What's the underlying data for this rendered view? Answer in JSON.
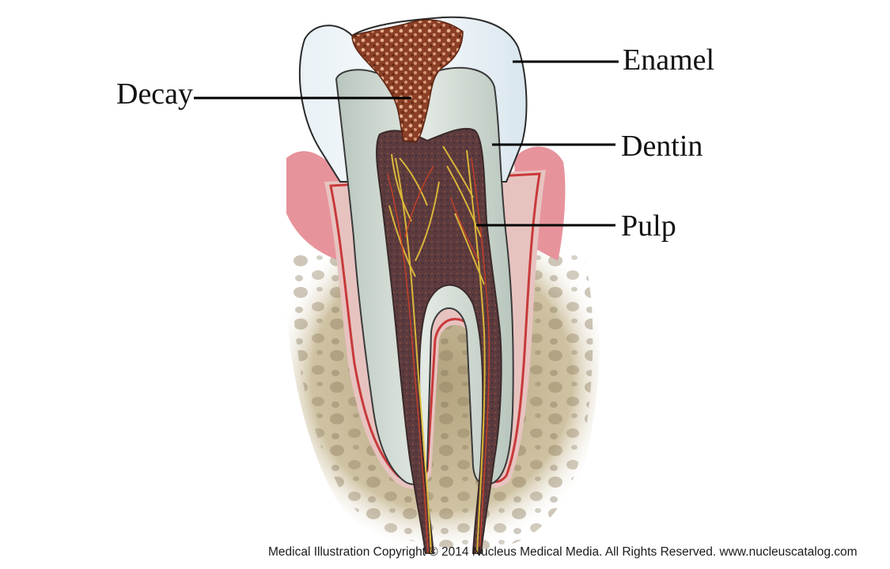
{
  "labels": {
    "decay": "Decay",
    "enamel": "Enamel",
    "dentin": "Dentin",
    "pulp": "Pulp"
  },
  "credit": "Medical Illustration Copyright © 2014 Nucleus Medical Media.  All Rights Reserved.  www.nucleuscatalog.com",
  "colors": {
    "enamel": "#dfe9f0",
    "dentin": "#cdd8d0",
    "pulp": "#5a3a3a",
    "nerves": "#e8c43a",
    "gum": "#e8929c",
    "bone": "#b8aa88",
    "decay": "#8b4a2e"
  }
}
